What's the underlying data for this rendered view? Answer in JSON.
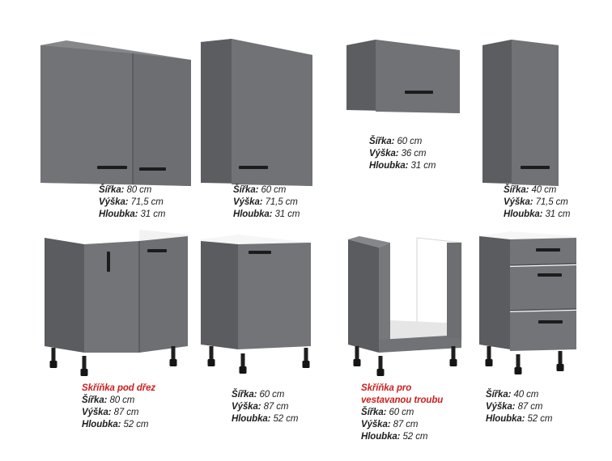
{
  "colors": {
    "front": "#707275",
    "side": "#5a5c5f",
    "top": "#85878a",
    "handle": "#1c1c1c",
    "interior": "#f4f4f4",
    "leg": "#1a1a1a",
    "title": "#cc1f1f"
  },
  "cabinets": [
    {
      "kind": "wall-double-door",
      "specs": [
        "Šířka: 80 cm",
        "Výška: 71,5 cm",
        "Hloubka: 31 cm"
      ]
    },
    {
      "kind": "wall-single-door",
      "specs": [
        "Šířka: 60 cm",
        "Výška: 71,5 cm",
        "Hloubka: 31 cm"
      ]
    },
    {
      "kind": "wall-flap",
      "specs": [
        "Šířka: 60 cm",
        "Výška: 36 cm",
        "Hloubka: 31 cm"
      ]
    },
    {
      "kind": "wall-narrow-door",
      "specs": [
        "Šířka: 40 cm",
        "Výška: 71,5 cm",
        "Hloubka: 31 cm"
      ]
    },
    {
      "kind": "base-sink",
      "title": "Skříňka pod dřez",
      "specs": [
        "Šířka: 80 cm",
        "Výška: 87 cm",
        "Hloubka: 52 cm"
      ]
    },
    {
      "kind": "base-single-door",
      "specs": [
        "Šířka: 60 cm",
        "Výška: 87 cm",
        "Hloubka: 52 cm"
      ]
    },
    {
      "kind": "base-oven",
      "title": "Skříňka pro vestavanou troubu",
      "specs": [
        "Šířka: 60 cm",
        "Výška: 87 cm",
        "Hloubka: 52 cm"
      ]
    },
    {
      "kind": "base-drawers",
      "specs": [
        "Šířka: 40 cm",
        "Výška: 87 cm",
        "Hloubka: 52 cm"
      ]
    }
  ]
}
